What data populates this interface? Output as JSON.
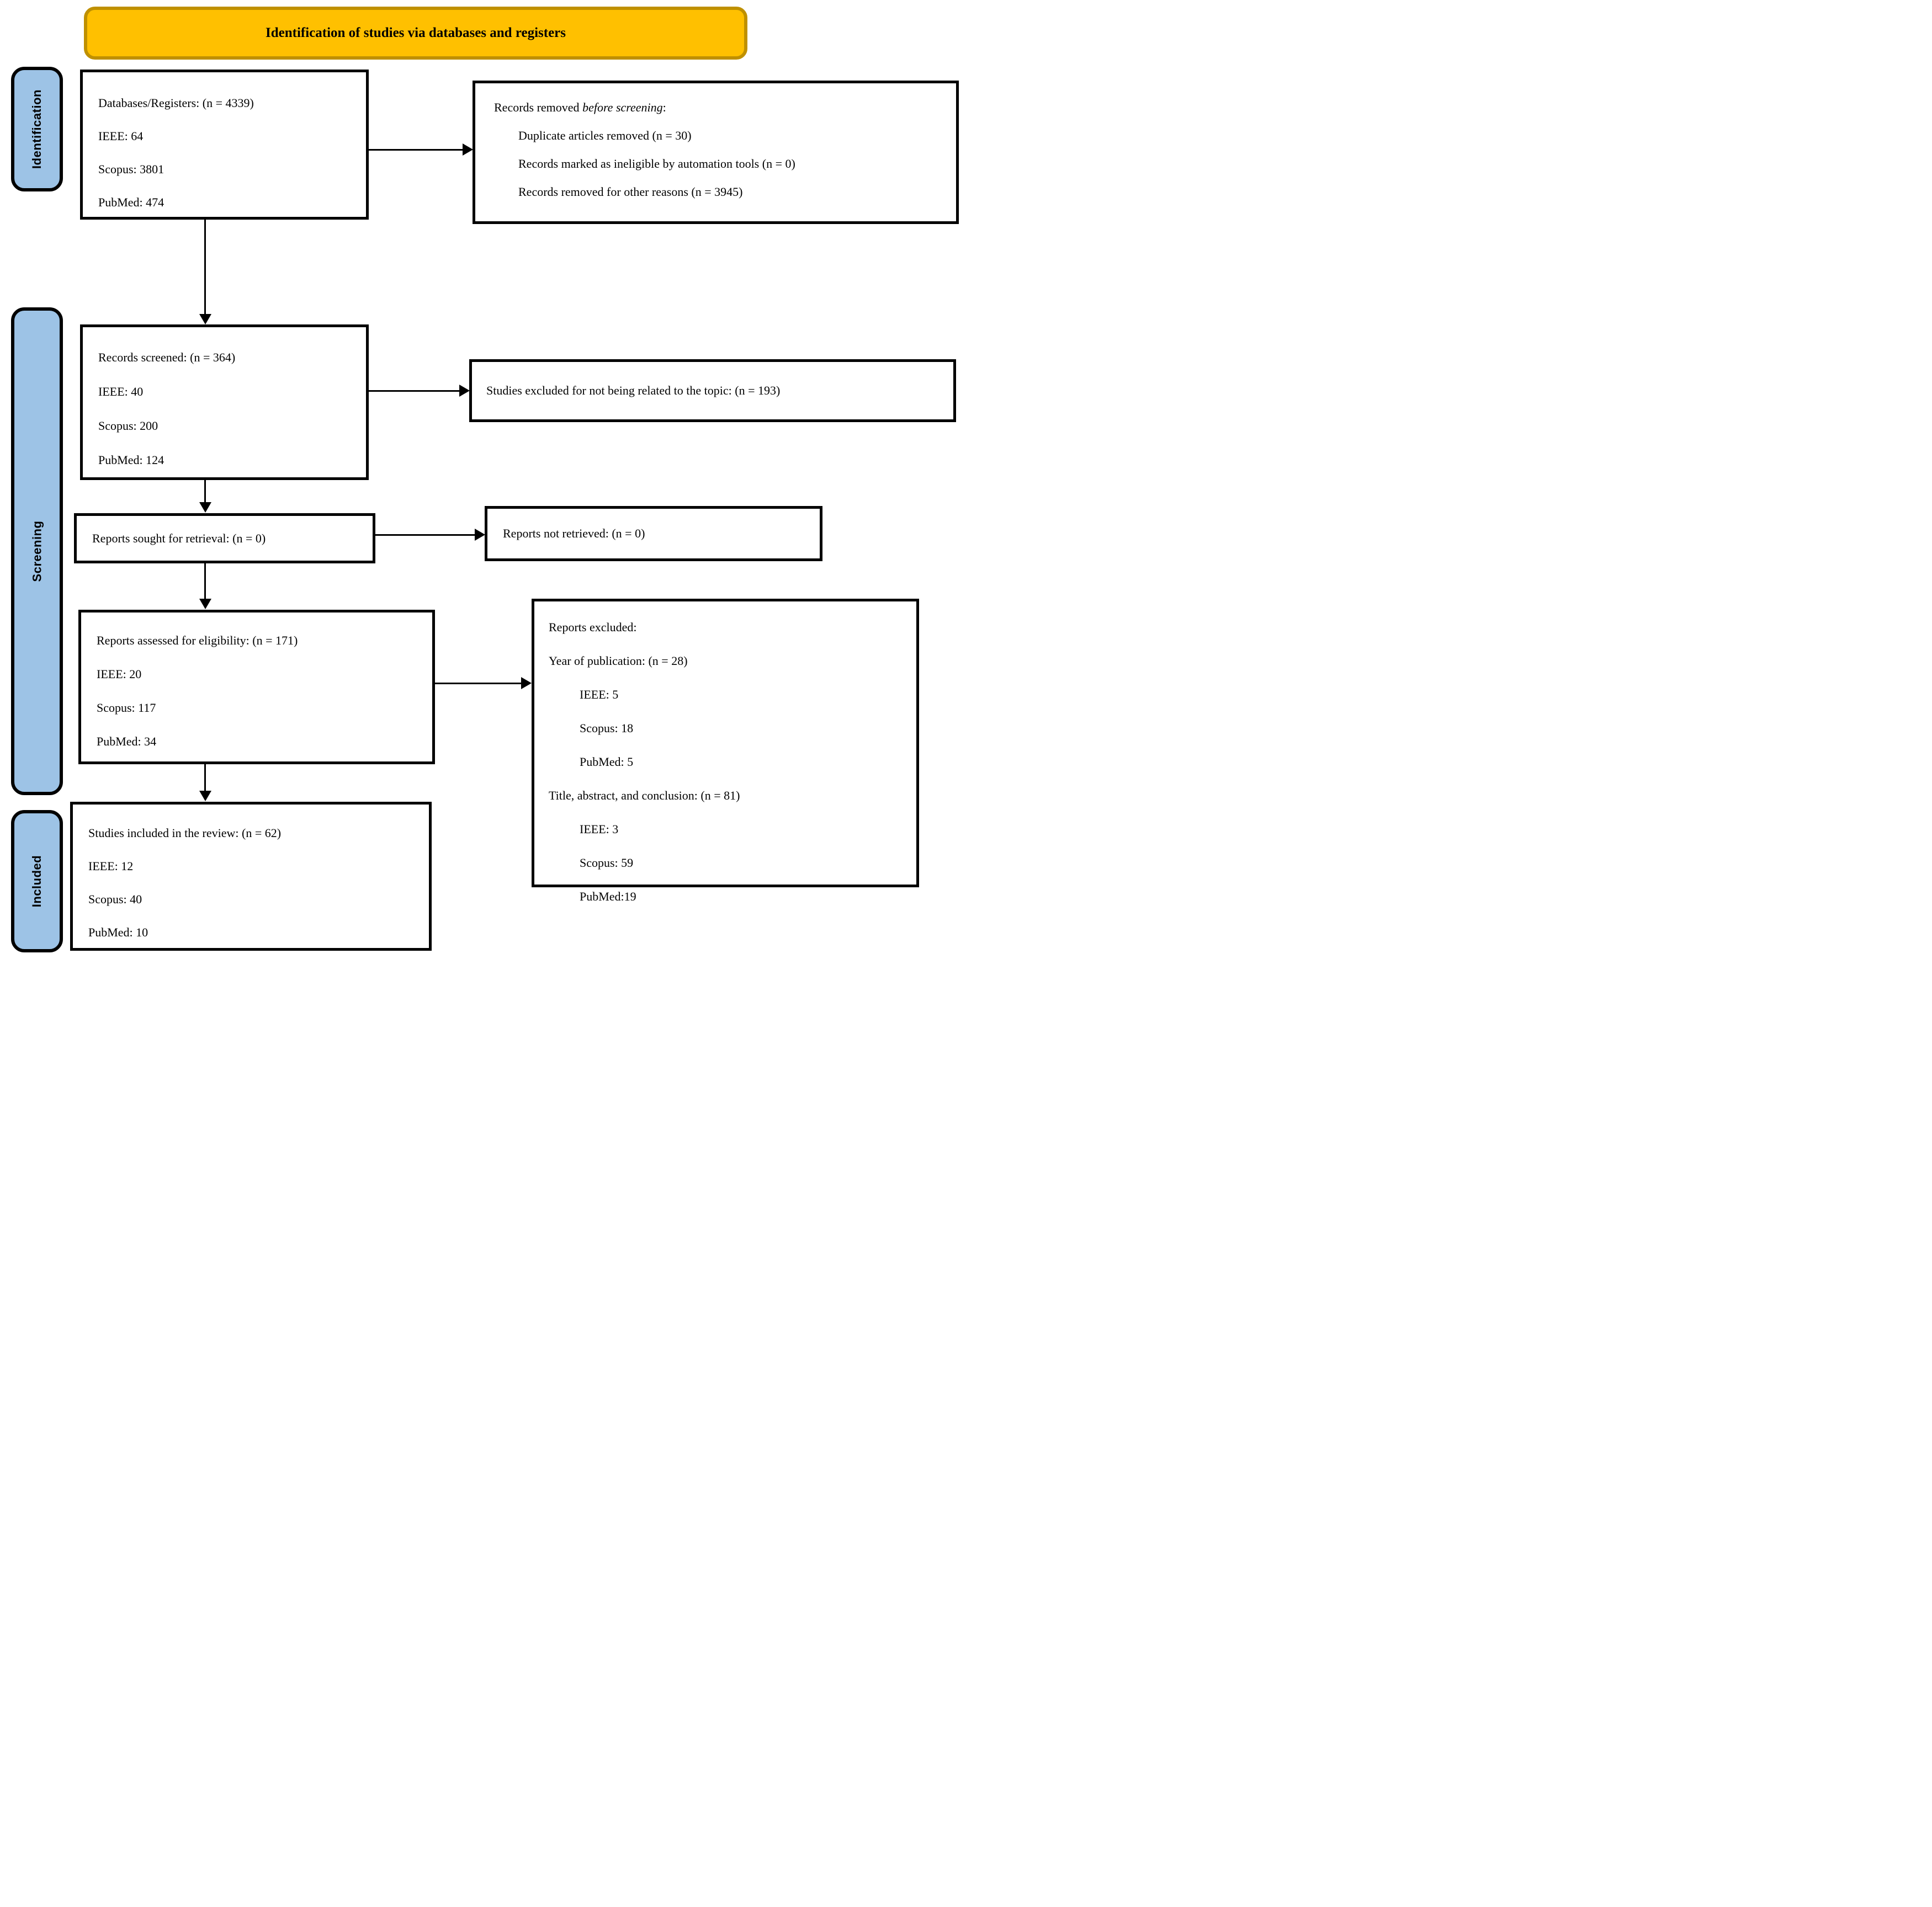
{
  "banner": {
    "label": "Identification of studies via databases and registers"
  },
  "sidebar": {
    "identification": "Identification",
    "screening": "Screening",
    "included": "Included"
  },
  "boxes": {
    "databases": {
      "lines": [
        "Databases/Registers: (n = 4339)",
        "IEEE: 64",
        "Scopus: 3801",
        "PubMed: 474"
      ]
    },
    "removed": {
      "intro_normal": "Records removed ",
      "intro_italic": "before screening",
      "intro_tail": ":",
      "items": [
        "Duplicate articles removed (n = 30)",
        "Records marked as ineligible by automation tools (n = 0)",
        "Records removed for other reasons (n = 3945)"
      ]
    },
    "screened": {
      "lines": [
        "Records screened: (n = 364)",
        "IEEE: 40",
        "Scopus: 200",
        "PubMed: 124"
      ]
    },
    "excluded_topic": {
      "text": "Studies excluded for not being related to the topic: (n = 193)"
    },
    "sought": {
      "text": "Reports sought for retrieval: (n = 0)"
    },
    "not_retrieved": {
      "text": "Reports not retrieved: (n = 0)"
    },
    "assessed": {
      "lines": [
        "Reports assessed for eligibility: (n = 171)",
        "IEEE: 20",
        "Scopus: 117",
        "PubMed: 34"
      ]
    },
    "reports_excluded": {
      "title": "Reports excluded:",
      "groups": [
        {
          "heading": "Year of publication: (n = 28)",
          "items": [
            "IEEE: 5",
            "Scopus: 18",
            "PubMed: 5"
          ]
        },
        {
          "heading": "Title, abstract, and conclusion: (n = 81)",
          "items": [
            "IEEE: 3",
            "Scopus: 59",
            "PubMed:19"
          ]
        }
      ]
    },
    "included": {
      "lines": [
        "Studies included in the review: (n = 62)",
        "IEEE: 12",
        "Scopus: 40",
        "PubMed: 10"
      ]
    }
  },
  "colors": {
    "banner_fill": "#FFC000",
    "banner_border": "#BF9000",
    "sidebar_fill": "#9DC3E6",
    "box_border": "#000000",
    "background": "#FFFFFF"
  }
}
